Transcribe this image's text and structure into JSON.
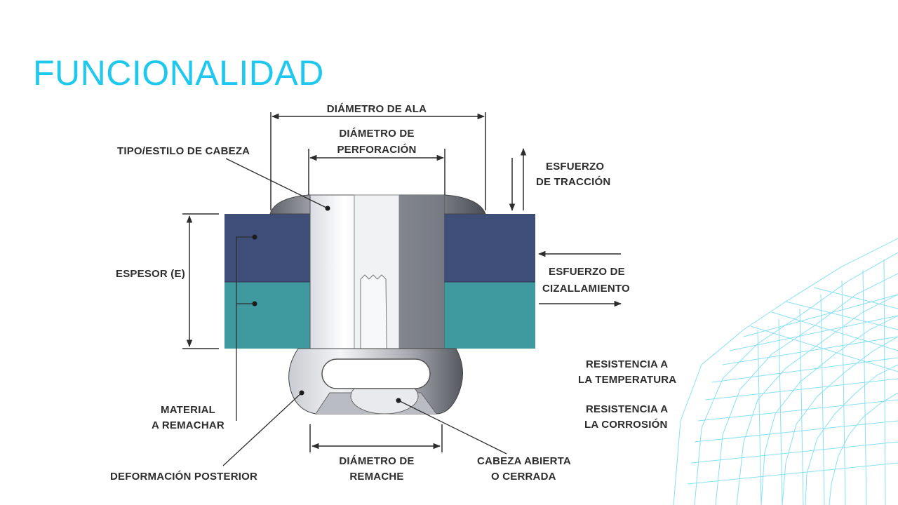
{
  "slide": {
    "title": "FUNCIONALIDAD"
  },
  "diagram": {
    "labels": {
      "diametro_ala": "DIÁMETRO DE ALA",
      "diametro_perforacion_1": "DIÁMETRO DE",
      "diametro_perforacion_2": "PERFORACIÓN",
      "tipo_cabeza": "TIPO/ESTILO DE CABEZA",
      "esfuerzo_traccion_1": "ESFUERZO",
      "esfuerzo_traccion_2": "DE TRACCIÓN",
      "espesor": "ESPESOR (E)",
      "esfuerzo_cizallamiento_1": "ESFUERZO DE",
      "esfuerzo_cizallamiento_2": "CIZALLAMIENTO",
      "resistencia_temp_1": "RESISTENCIA A",
      "resistencia_temp_2": "LA TEMPERATURA",
      "resistencia_corr_1": "RESISTENCIA A",
      "resistencia_corr_2": "LA CORROSIÓN",
      "material_1": "MATERIAL",
      "material_2": "A REMACHAR",
      "deformacion": "DEFORMACIÓN POSTERIOR",
      "diametro_remache_1": "DIÁMETRO DE",
      "diametro_remache_2": "REMACHE",
      "cabeza_abierta_1": "CABEZA ABIERTA",
      "cabeza_abierta_2": "O CERRADA"
    },
    "colors": {
      "title": "#21c8ee",
      "top_plate": "#3f4e78",
      "bottom_plate": "#3f9aa0",
      "rivet_light": "#e6e8ec",
      "rivet_dark": "#6f7279",
      "text": "#2d2d2d",
      "decor_lines": "#5fd6f2"
    }
  }
}
